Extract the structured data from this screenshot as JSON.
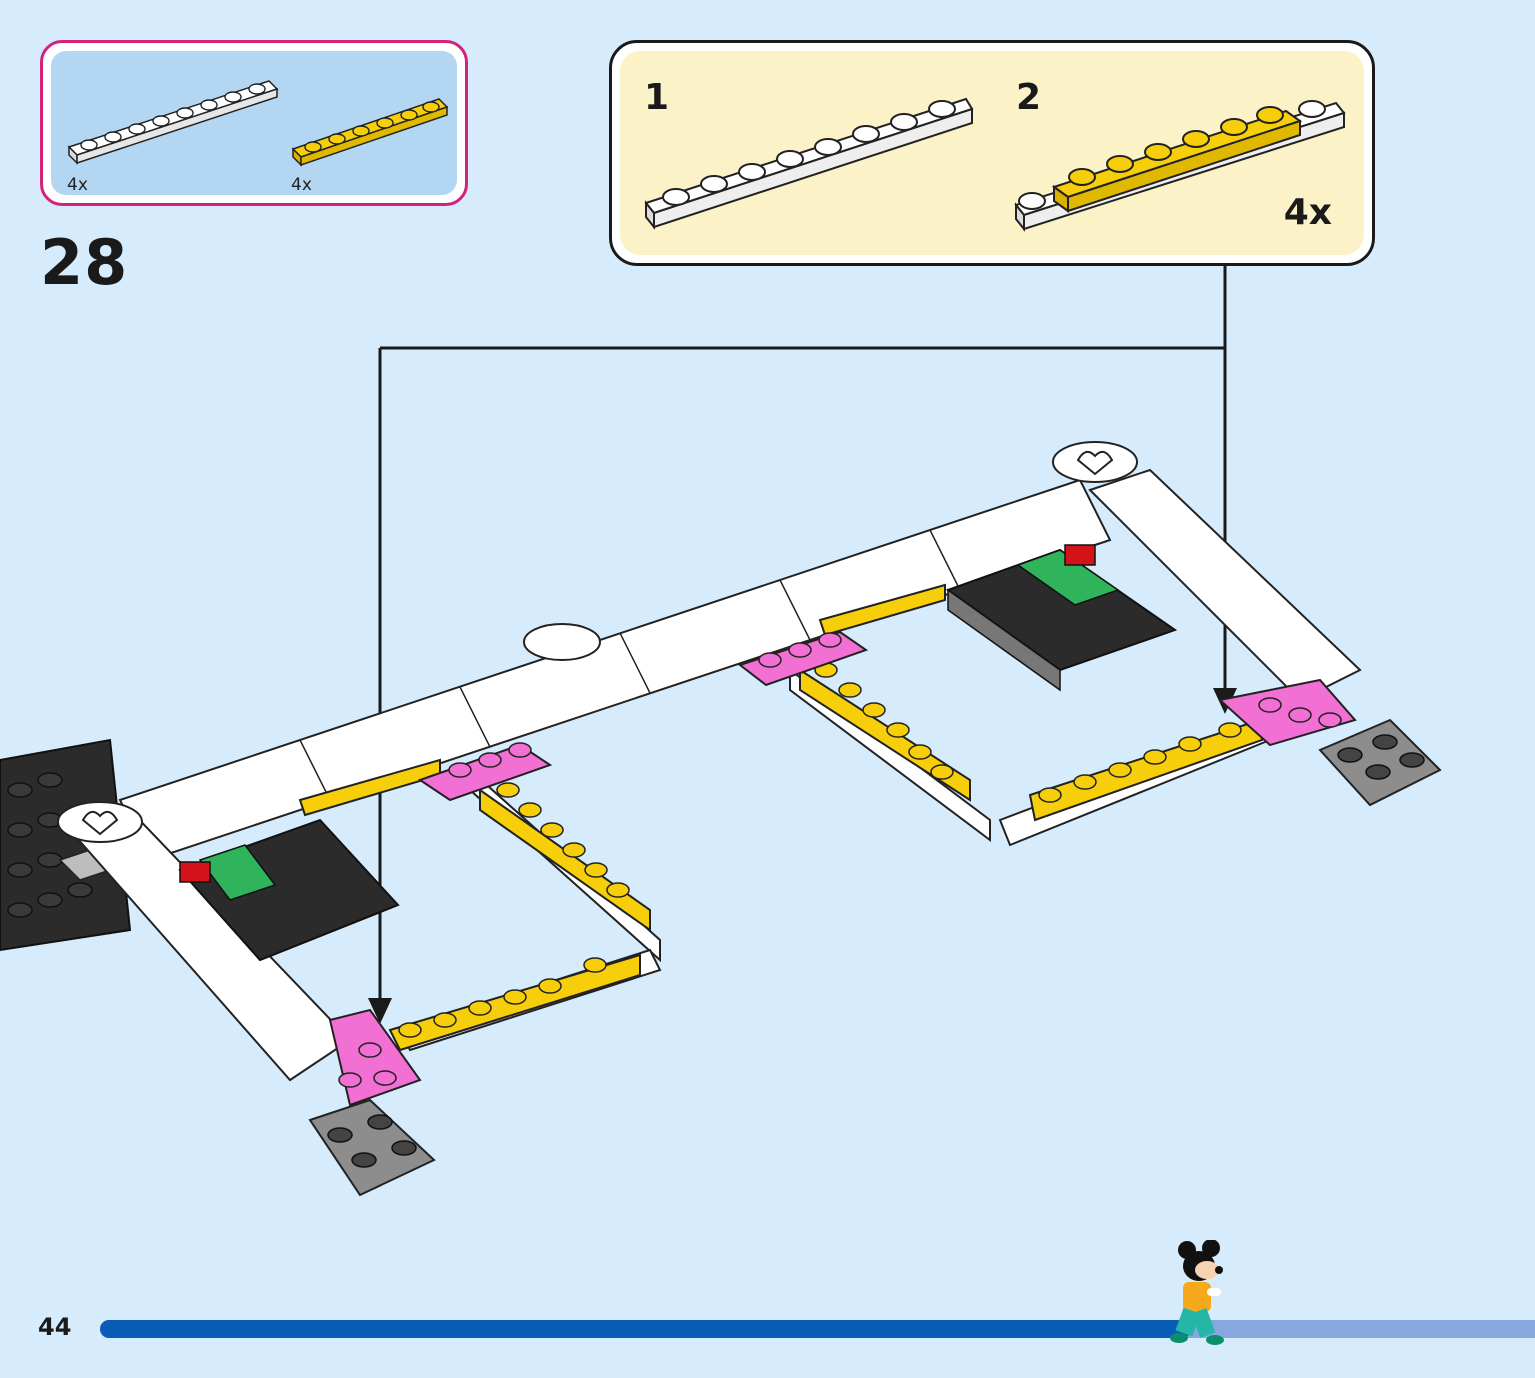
{
  "parts_list": {
    "items": [
      {
        "part": "white 1x8 plate",
        "color": "#ffffff",
        "qty": "4x"
      },
      {
        "part": "yellow 1x6 plate",
        "color": "#f6cf0a",
        "qty": "4x"
      }
    ],
    "border_color": "#d4217a",
    "bg_color": "#b3d6f3"
  },
  "step": {
    "number": "28"
  },
  "sub_assembly": {
    "step1_label": "1",
    "step2_label": "2",
    "multiplier": "4x",
    "bg_color": "#fcf2c7"
  },
  "footer": {
    "page_number": "44",
    "progress_fraction": 0.76,
    "progress_color": "#0a5db6",
    "track_color": "#86a8de"
  },
  "colors": {
    "white": "#ffffff",
    "yellow": "#f6cf0a",
    "pink": "#f26fd3",
    "green": "#2fb45c",
    "red": "#d4121a",
    "black": "#2b2b2b",
    "gray": "#8d8d8d"
  }
}
